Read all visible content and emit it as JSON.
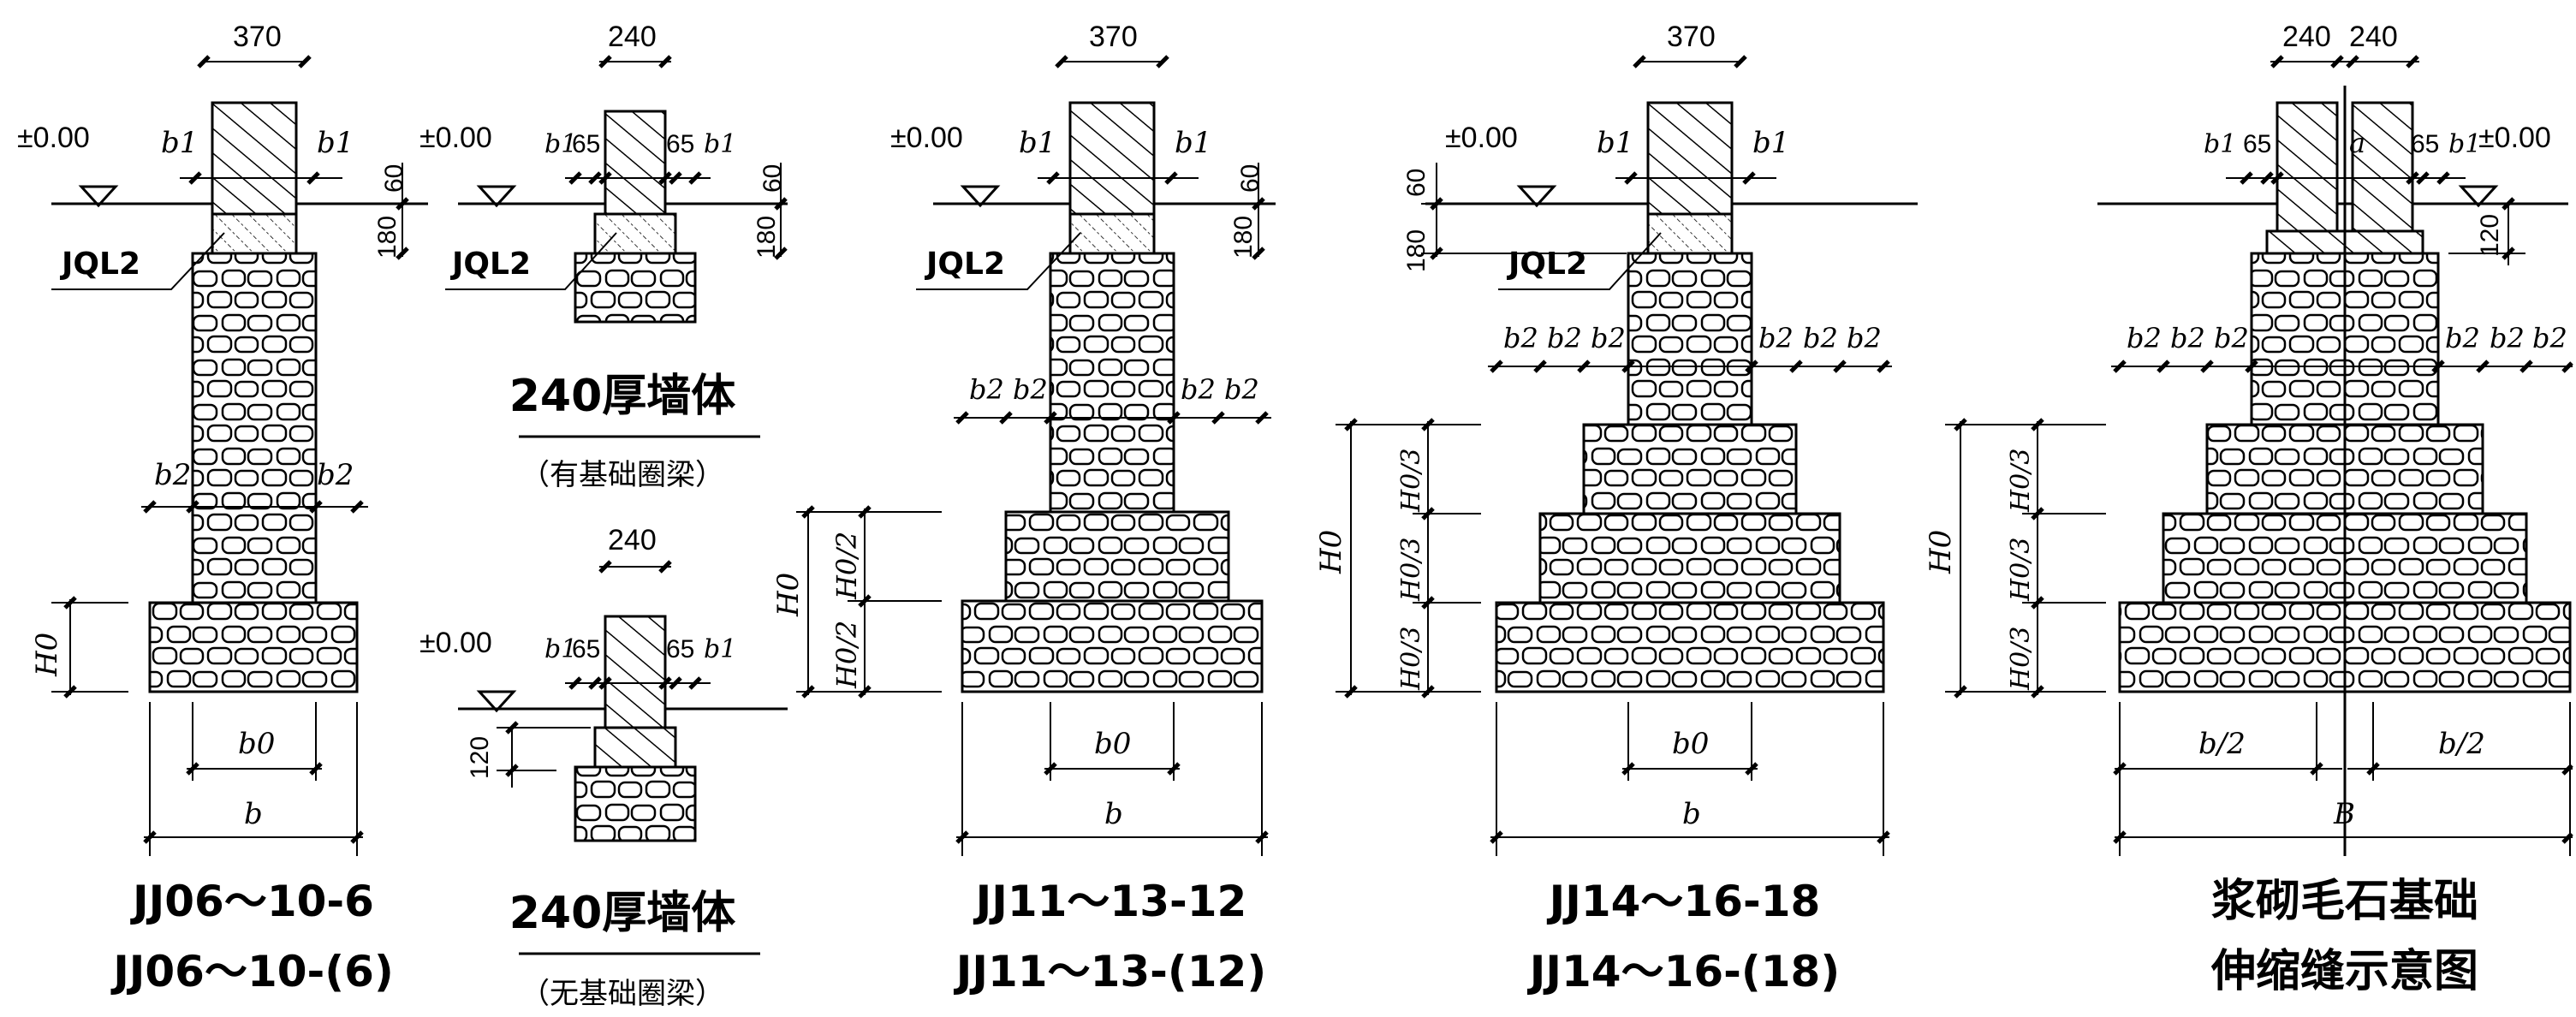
{
  "dims": {
    "w370": "370",
    "w240": "240",
    "pm000": "±0.00",
    "b1": "b1",
    "b2": "b2",
    "d65": "65",
    "d60": "60",
    "d180": "180",
    "d120": "120",
    "b0": "b0",
    "b": "b",
    "H0": "H0",
    "H0_2": "H0/2",
    "H0_3": "H0/3",
    "b_2": "b/2",
    "B": "B",
    "a": "a"
  },
  "labels": {
    "jql2": "JQL2"
  },
  "captions": {
    "d1_line1": "JJ06～10-6",
    "d1_line2": "JJ06～10-(6)",
    "d2_title_top": "240厚墙体",
    "d2_sub_top": "（有基础圈梁）",
    "d2_title_bot": "240厚墙体",
    "d2_sub_bot": "（无基础圈梁）",
    "d3_line1": "JJ11～13-12",
    "d3_line2": "JJ11～13-(12)",
    "d4_line1": "JJ14～16-18",
    "d4_line2": "JJ14～16-(18)",
    "d5_line1": "浆砌毛石基础",
    "d5_line2": "伸缩缝示意图"
  }
}
